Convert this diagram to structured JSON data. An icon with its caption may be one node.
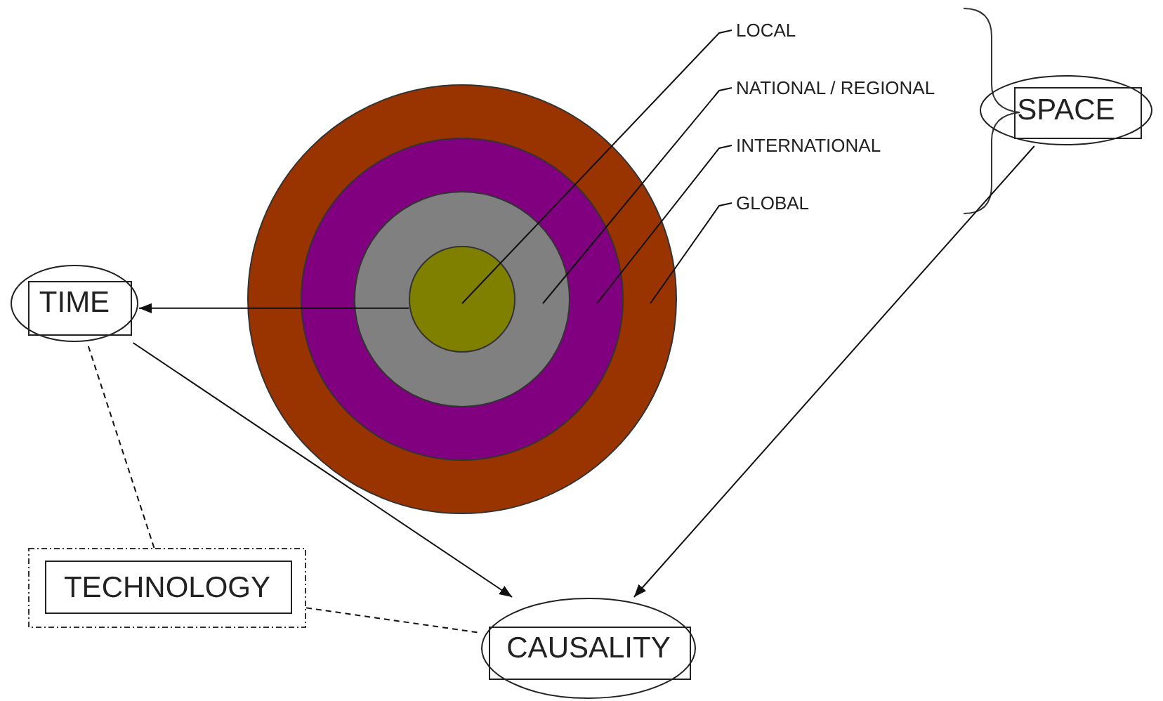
{
  "diagram": {
    "nodes": [
      {
        "text": [
          "LOCAL"
        ]
      },
      {
        "text": [
          "NATIONAL / REGIONAL"
        ]
      },
      {
        "text": [
          "INTERNATIONAL"
        ]
      },
      {
        "text": [
          "GLOBAL"
        ]
      },
      {
        "text": [],
        "shape": "circle"
      },
      {
        "text": [],
        "shape": "circle",
        "in": 4
      },
      {
        "text": [],
        "shape": "circle",
        "in": 5
      },
      {
        "text": [],
        "shape": "circle",
        "in": 6
      },
      {
        "text": [
          "SPACE"
        ]
      },
      {
        "text": [
          "TIME"
        ]
      },
      {
        "text": [
          "TECHNOLOGY"
        ]
      },
      {
        "text": [
          "CAUSALITY"
        ]
      }
    ],
    "edges": [
      {
        "from": 0,
        "to": 7,
        "arrow": "none"
      },
      {
        "from": 1,
        "to": 6,
        "arrow": "none"
      },
      {
        "from": 2,
        "to": 5,
        "arrow": "none"
      },
      {
        "from": 3,
        "to": 4,
        "arrow": "none"
      },
      {
        "from": 7,
        "to": 9,
        "arrow": "to"
      },
      {
        "from": 9,
        "to": 11,
        "arrow": "to"
      },
      {
        "from": 8,
        "to": 11,
        "arrow": "to"
      },
      {
        "from": 10,
        "to": 9,
        "arrow": "none",
        "style": "dashed"
      },
      {
        "from": 10,
        "to": 11,
        "arrow": "none",
        "style": "dashed"
      }
    ]
  }
}
